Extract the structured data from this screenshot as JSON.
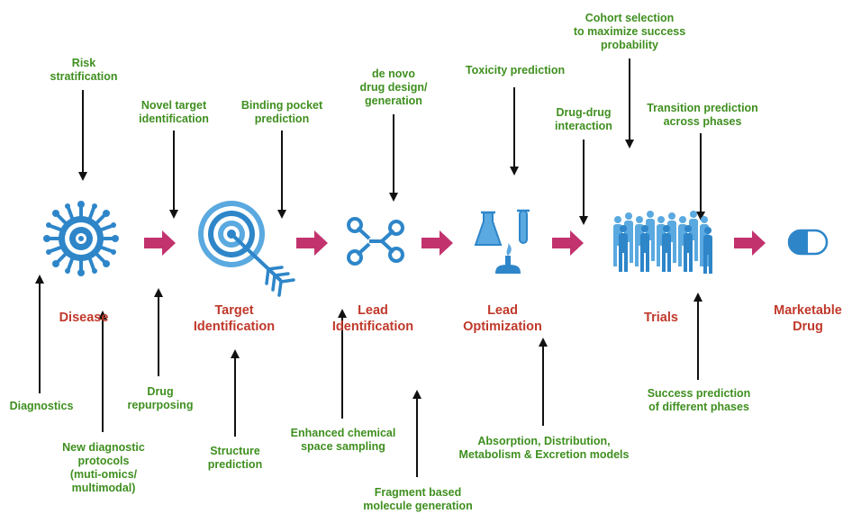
{
  "colors": {
    "label_green": "#3f8f1f",
    "stage_red": "#c0392b",
    "icon_blue": "#2e86c9",
    "icon_light_blue": "#5aa9e0",
    "flow_arrow_pink": "#c2336e",
    "pointer_arrow": "#111111"
  },
  "stages": [
    {
      "id": "disease",
      "label": "Disease",
      "icon": "virus-icon"
    },
    {
      "id": "target",
      "label": "Target\nIdentification",
      "icon": "target-icon"
    },
    {
      "id": "lead",
      "label": "Lead\nIdentification",
      "icon": "molecule-icon"
    },
    {
      "id": "opt",
      "label": "Lead\nOptimization",
      "icon": "lab-flask-icon"
    },
    {
      "id": "trials",
      "label": "Trials",
      "icon": "people-crowd-icon"
    },
    {
      "id": "drug",
      "label": "Marketable\nDrug",
      "icon": "pill-icon"
    }
  ],
  "top_labels": {
    "risk_stratification": "Risk\nstratification",
    "novel_target": "Novel target\nidentification",
    "binding_pocket": "Binding pocket\nprediction",
    "de_novo": "de novo\ndrug design/\ngeneration",
    "toxicity": "Toxicity prediction",
    "drug_drug": "Drug-drug\ninteraction",
    "cohort": "Cohort selection\nto maximize success\nprobability",
    "transition": "Transition prediction\nacross phases"
  },
  "bottom_labels": {
    "diagnostics": "Diagnostics",
    "new_diagnostic": "New diagnostic\nprotocols\n(muti-omics/\nmultimodal)",
    "repurposing": "Drug\nrepurposing",
    "structure": "Structure\nprediction",
    "enhanced": "Enhanced chemical\nspace sampling",
    "fragment": "Fragment based\nmolecule generation",
    "adme": "Absorption, Distribution,\nMetabolism & Excretion models",
    "success": "Success prediction\nof different phases"
  }
}
